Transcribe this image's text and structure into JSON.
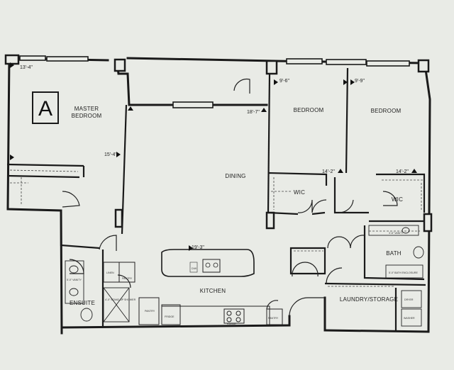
{
  "plan": {
    "letter": "A",
    "rooms": {
      "master_bedroom_line1": "MASTER",
      "master_bedroom_line2": "BEDROOM",
      "bedroom_1": "BEDROOM",
      "bedroom_2": "BEDROOM",
      "dining": "DINING",
      "kitchen": "KITCHEN",
      "ensuite": "ENSUITE",
      "wic_1": "WIC",
      "wic_2": "WIC",
      "bath": "BATH",
      "laundry_storage": "LAUNDRY/STORAGE"
    },
    "dimensions": {
      "master_width": "13'-4\"",
      "master_depth": "15'-4\"",
      "living_width": "18'-7\"",
      "kitchen_island": "19'-3\"",
      "bedroom1_width": "9'-6\"",
      "bedroom1_depth": "14'-2\"",
      "bedroom2_width": "9'-9\"",
      "bedroom2_depth": "14'-2\""
    },
    "fixtures": {
      "vanity_ensuite": "5'-0\" VANITY",
      "stand_shower": "4'-0\" STAND UP SHOWER",
      "linen": "LINEN",
      "pantry_1": "PANTRY",
      "pantry_2": "PANTRY",
      "fridge": "FRIDGE",
      "pantry_3": "PANTRY",
      "dw": "D/W",
      "range": "RANGE",
      "vanity_bath": "3'-6\" VANITY",
      "bath_enclosure": "5'-0\" BATH ENCLOSURE",
      "dryer": "DRYER",
      "washer": "WASHER"
    },
    "colors": {
      "paper": "#e9ebe6",
      "wall": "#1a1a1a",
      "thin_line": "#333333"
    }
  }
}
